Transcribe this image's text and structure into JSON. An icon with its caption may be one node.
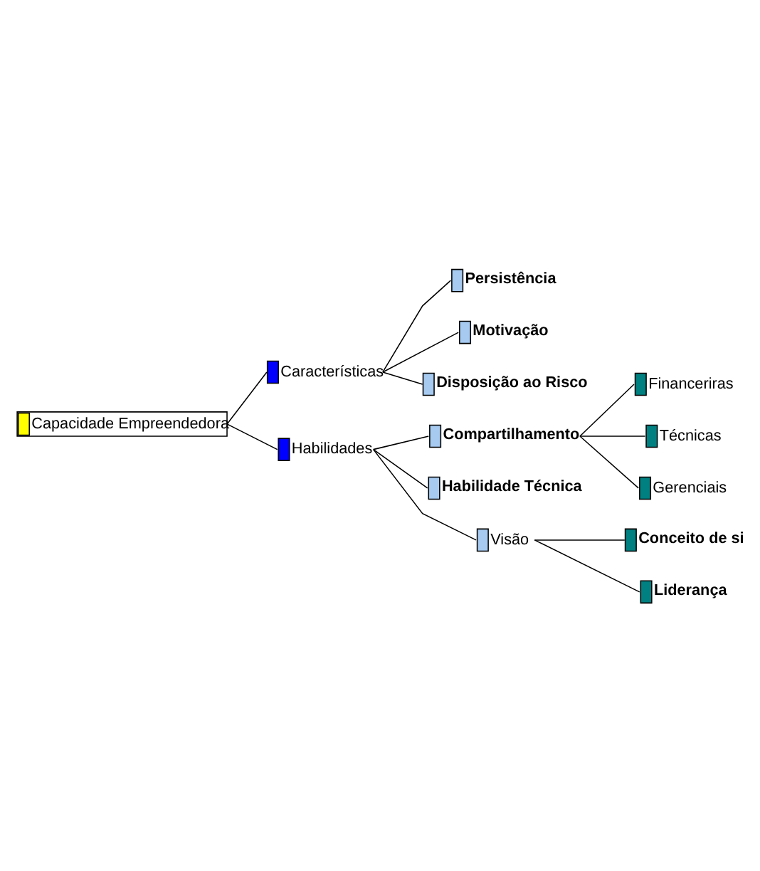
{
  "diagram": {
    "nodes": [
      {
        "text": [
          "Capacidade Empreendedora"
        ]
      },
      {
        "text": [
          "Características"
        ]
      },
      {
        "text": [
          "Persistência"
        ]
      },
      {
        "text": [
          "Motivação"
        ]
      },
      {
        "text": [
          "Disposição ao Risco"
        ]
      },
      {
        "text": [
          "Habilidades"
        ]
      },
      {
        "text": [
          "Compartilhamento"
        ]
      },
      {
        "text": [
          "Financeriras"
        ]
      },
      {
        "text": [
          "Técnicas"
        ]
      },
      {
        "text": [
          "Gerenciais"
        ]
      },
      {
        "text": [
          "Habilidade Técnica"
        ]
      },
      {
        "text": [
          "Visão"
        ]
      },
      {
        "text": [
          "Conceito de si"
        ]
      },
      {
        "text": [
          "Liderança"
        ]
      }
    ],
    "edges": [
      {
        "from": 0,
        "to": 1,
        "arrow": "none"
      },
      {
        "from": 1,
        "to": 2,
        "arrow": "none"
      },
      {
        "from": 1,
        "to": 3,
        "arrow": "none"
      },
      {
        "from": 1,
        "to": 4,
        "arrow": "none"
      },
      {
        "from": 0,
        "to": 5,
        "arrow": "none"
      },
      {
        "from": 5,
        "to": 6,
        "arrow": "none"
      },
      {
        "from": 6,
        "to": 7,
        "arrow": "none"
      },
      {
        "from": 6,
        "to": 8,
        "arrow": "none"
      },
      {
        "from": 6,
        "to": 9,
        "arrow": "none"
      },
      {
        "from": 5,
        "to": 10,
        "arrow": "none"
      },
      {
        "from": 5,
        "to": 11,
        "arrow": "none"
      },
      {
        "from": 11,
        "to": 12,
        "arrow": "none"
      },
      {
        "from": 11,
        "to": 13,
        "arrow": "none"
      }
    ]
  }
}
